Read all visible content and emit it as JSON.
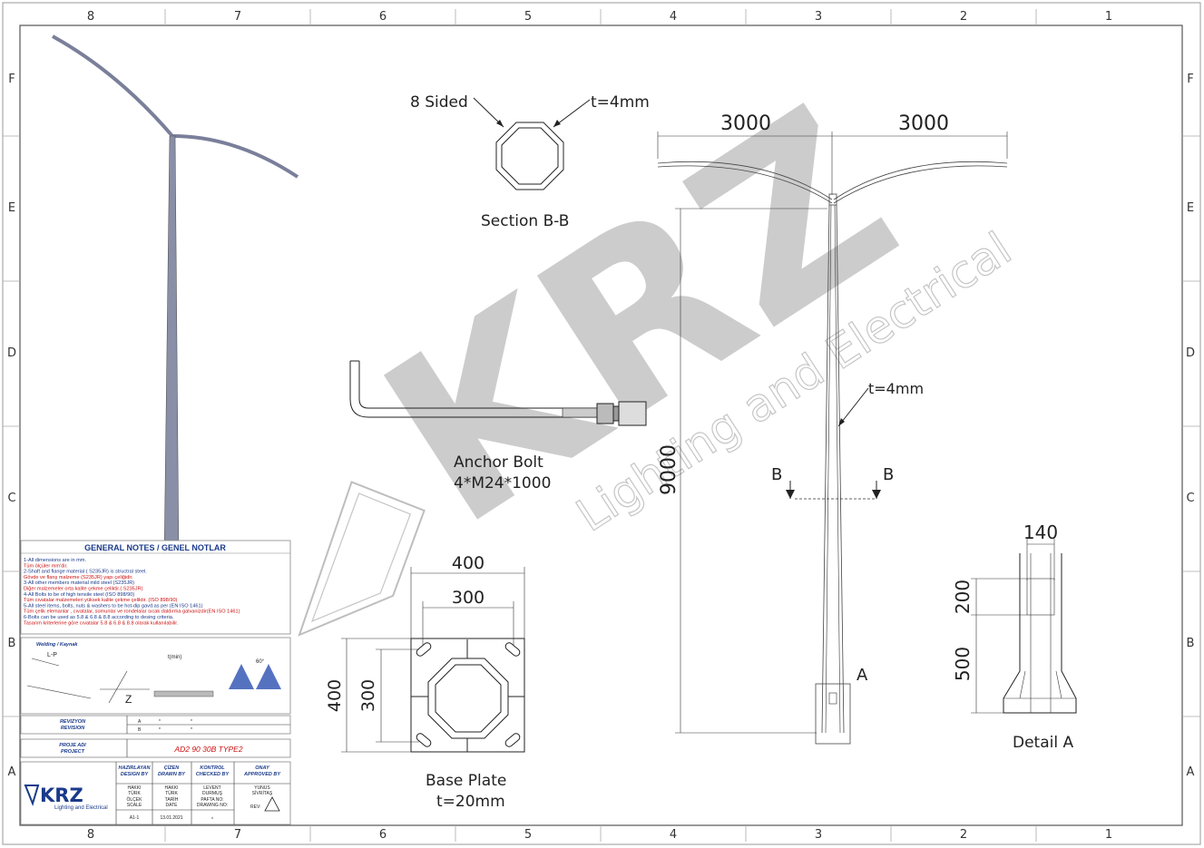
{
  "zones": {
    "top": [
      "8",
      "7",
      "6",
      "5",
      "4",
      "3",
      "2",
      "1"
    ],
    "side": [
      "F",
      "E",
      "D",
      "C",
      "B",
      "A"
    ]
  },
  "watermark": {
    "logo": "KRZ",
    "tagline": "Lighting and Electrical"
  },
  "section": {
    "label_sided": "8 Sided",
    "label_t": "t=4mm",
    "title": "Section B-B"
  },
  "anchor": {
    "title": "Anchor Bolt",
    "spec": "4*M24*1000"
  },
  "base_plate": {
    "title": "Base Plate",
    "thickness": "t=20mm",
    "dim_400_top": "400",
    "dim_300_top": "300",
    "dim_400_side": "400",
    "dim_300_side": "300"
  },
  "elevation": {
    "arm_left": "3000",
    "arm_right": "3000",
    "height": "9000",
    "shaft_t": "t=4mm",
    "cut_left": "B",
    "cut_right": "B",
    "detail_ref": "A"
  },
  "detail": {
    "title": "Detail A",
    "dim_140": "140",
    "dim_200": "200",
    "dim_500": "500"
  },
  "notes": {
    "title": "GENERAL NOTES / GENEL NOTLAR",
    "lines": [
      {
        "text": "1-All dimensions are in mm.",
        "c": "blue"
      },
      {
        "text": "   Tüm ölçüler mm'dir.",
        "c": "red"
      },
      {
        "text": "2-Shaft and flange material ( S235JR) is structral steel.",
        "c": "blue"
      },
      {
        "text": "   Gövde ve flanş malzeme (S235JR) yapı çeliğidir.",
        "c": "red"
      },
      {
        "text": "3-All other members material mild steel (S235JR)",
        "c": "blue"
      },
      {
        "text": "   Diğer malzemeler orta kalite çekme çeliktir.( S235JR)",
        "c": "red"
      },
      {
        "text": "4-All Bolts to be of high tensile steel (ISO 898/90)",
        "c": "blue"
      },
      {
        "text": "   Tüm cıvatalar malzemeleri yüksek kalite çekme çeliktir. (ISO 898/90)",
        "c": "red"
      },
      {
        "text": "5-All steel items, bolts, nuts & washers to be hot-dip gavd.as per (EN ISO 1461)",
        "c": "blue"
      },
      {
        "text": "   Tüm çelik elemanlar , cıvatalar, somunlar ve rondelalar sıcak daldırma galvanizdir(EN ISO 1461)",
        "c": "red"
      },
      {
        "text": "6-Bolts can be used as 5.8 & 6.8 & 8.8 according to desing criteria.",
        "c": "blue"
      },
      {
        "text": "   Tasarım kriterlerine göre cıvatalar 5.8 & 6.8 & 8.8 olarak kullanılabilir.",
        "c": "red"
      }
    ]
  },
  "welding": {
    "title": "Welding / Kaynak",
    "angle": "60°",
    "sym_lp": "L-P",
    "sym_z": "Z",
    "sym_t": "t(min)"
  },
  "revision": {
    "label_tr": "REVIZYON",
    "label_en": "REVISION",
    "rows": [
      [
        "A",
        "*",
        "*"
      ],
      [
        "B",
        "*",
        "*"
      ]
    ]
  },
  "project": {
    "label_tr": "PROJE ADI",
    "label_en": "PROJECT",
    "name": "AD2 90 30B TYPE2"
  },
  "title_block": {
    "logo": "KRZ",
    "logo_sub": "Lighting and Electrical",
    "prepared_label_tr": "HAZIRLAYAN",
    "prepared_label_en": "DESIGN BY",
    "prepared_name1": "HAKKI",
    "prepared_name2": "TÜRK",
    "drawn_label_tr": "ÇİZEN",
    "drawn_label_en": "DRAWN BY",
    "drawn_name1": "HAKKI",
    "drawn_name2": "TÜRK",
    "checked_label_tr": "KONTROL",
    "checked_label_en": "CHECKED BY",
    "checked_name1": "LEVENT",
    "checked_name2": "DURMUŞ",
    "approved_label_tr": "ONAY",
    "approved_label_en": "APPROVED BY",
    "approved_name1": "YUNUS",
    "approved_name2": "SİVRİTAŞ",
    "scale_label_tr": "ÖLÇEK",
    "scale_label_en": "SCALE",
    "scale": "A1-1",
    "date_label_tr": "TARİH",
    "date_label_en": "DATE",
    "date": "13.01.2021",
    "drawing_label_tr": "PAFTA NO:",
    "drawing_label_en": "DRAWING NO:",
    "drawing_no": "*",
    "rev_label": "REV:"
  }
}
